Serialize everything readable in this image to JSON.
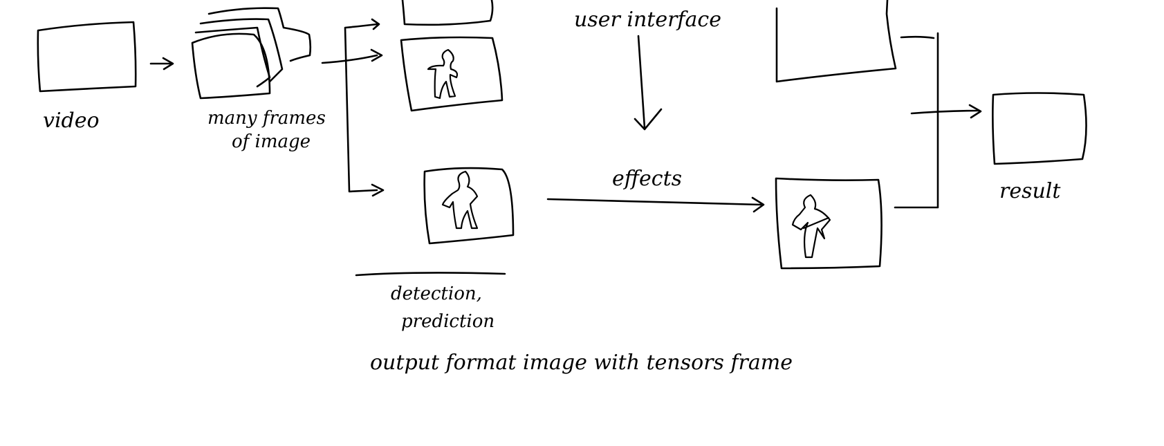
{
  "labels": {
    "video": "video",
    "frames_line1": "many frames",
    "frames_line2": "of image",
    "user_interface": "user interface",
    "effects": "effects",
    "detection_line1": "detection,",
    "detection_line2": "prediction",
    "output_format": "output format image with tensors frame",
    "result": "result"
  }
}
